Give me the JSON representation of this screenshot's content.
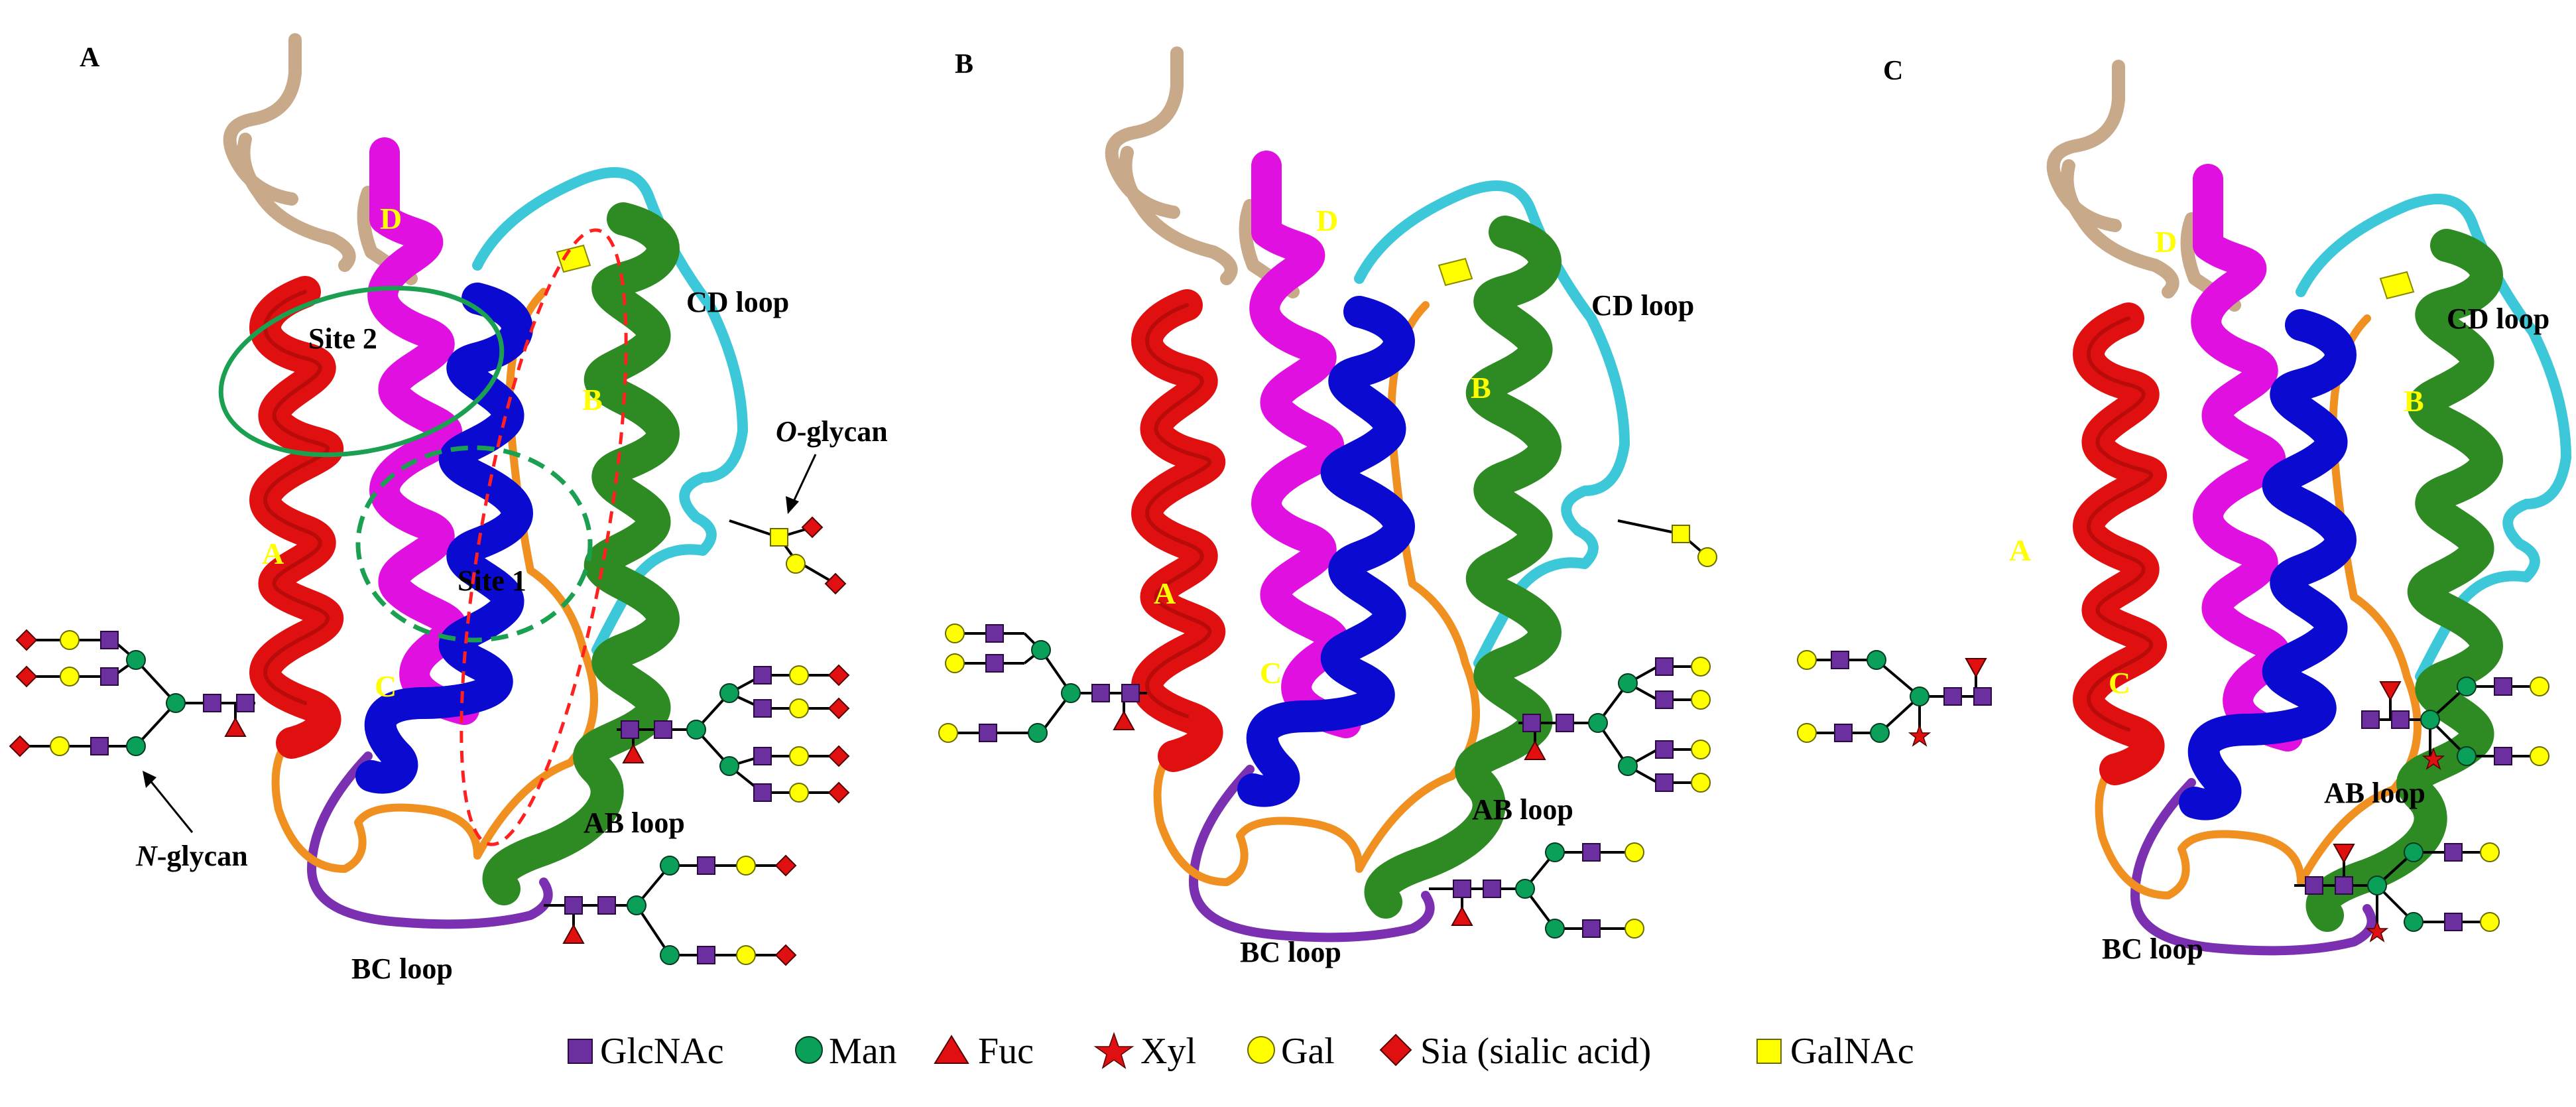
{
  "panels": [
    {
      "id": "A",
      "label": "A",
      "helices": [
        "A",
        "B",
        "C",
        "D"
      ],
      "loops": [
        "CD loop",
        "AB loop",
        "BC loop"
      ],
      "sites": [
        "Site 1",
        "Site 2"
      ],
      "annotations": {
        "o_glycan_prefix": "O",
        "o_glycan_suffix": "-glycan",
        "n_glycan_prefix": "N",
        "n_glycan_suffix": "-glycan"
      }
    },
    {
      "id": "B",
      "label": "B",
      "helices": [
        "A",
        "B",
        "C",
        "D"
      ],
      "loops": [
        "CD loop",
        "AB loop",
        "BC loop"
      ]
    },
    {
      "id": "C",
      "label": "C",
      "helices": [
        "A",
        "B",
        "C",
        "D"
      ],
      "loops": [
        "CD loop",
        "AB loop",
        "BC loop"
      ]
    }
  ],
  "legend": [
    {
      "symbol": "square",
      "color": "#6b2fa0",
      "label": "GlcNAc"
    },
    {
      "symbol": "circle",
      "color": "#0aa05a",
      "label": "Man"
    },
    {
      "symbol": "triangle",
      "color": "#e01010",
      "label": "Fuc"
    },
    {
      "symbol": "star",
      "color": "#e01010",
      "label": "Xyl"
    },
    {
      "symbol": "circle",
      "color": "#ffff00",
      "label": "Gal"
    },
    {
      "symbol": "diamond",
      "color": "#e01010",
      "label": "Sia (sialic acid)"
    },
    {
      "symbol": "square",
      "color": "#ffff00",
      "label": "GalNAc"
    }
  ],
  "colors": {
    "helix_A": "#e01010",
    "helix_B": "#2e8b23",
    "helix_C": "#0a0ad0",
    "helix_D": "#e010e0",
    "cd_loop": "#3cc8d8",
    "ab_loop": "#f09020",
    "bc_loop": "#7a30b0",
    "termini": "#c8aa8a",
    "site_circle": "#1aa050",
    "dashed_region": "#ff2020"
  }
}
